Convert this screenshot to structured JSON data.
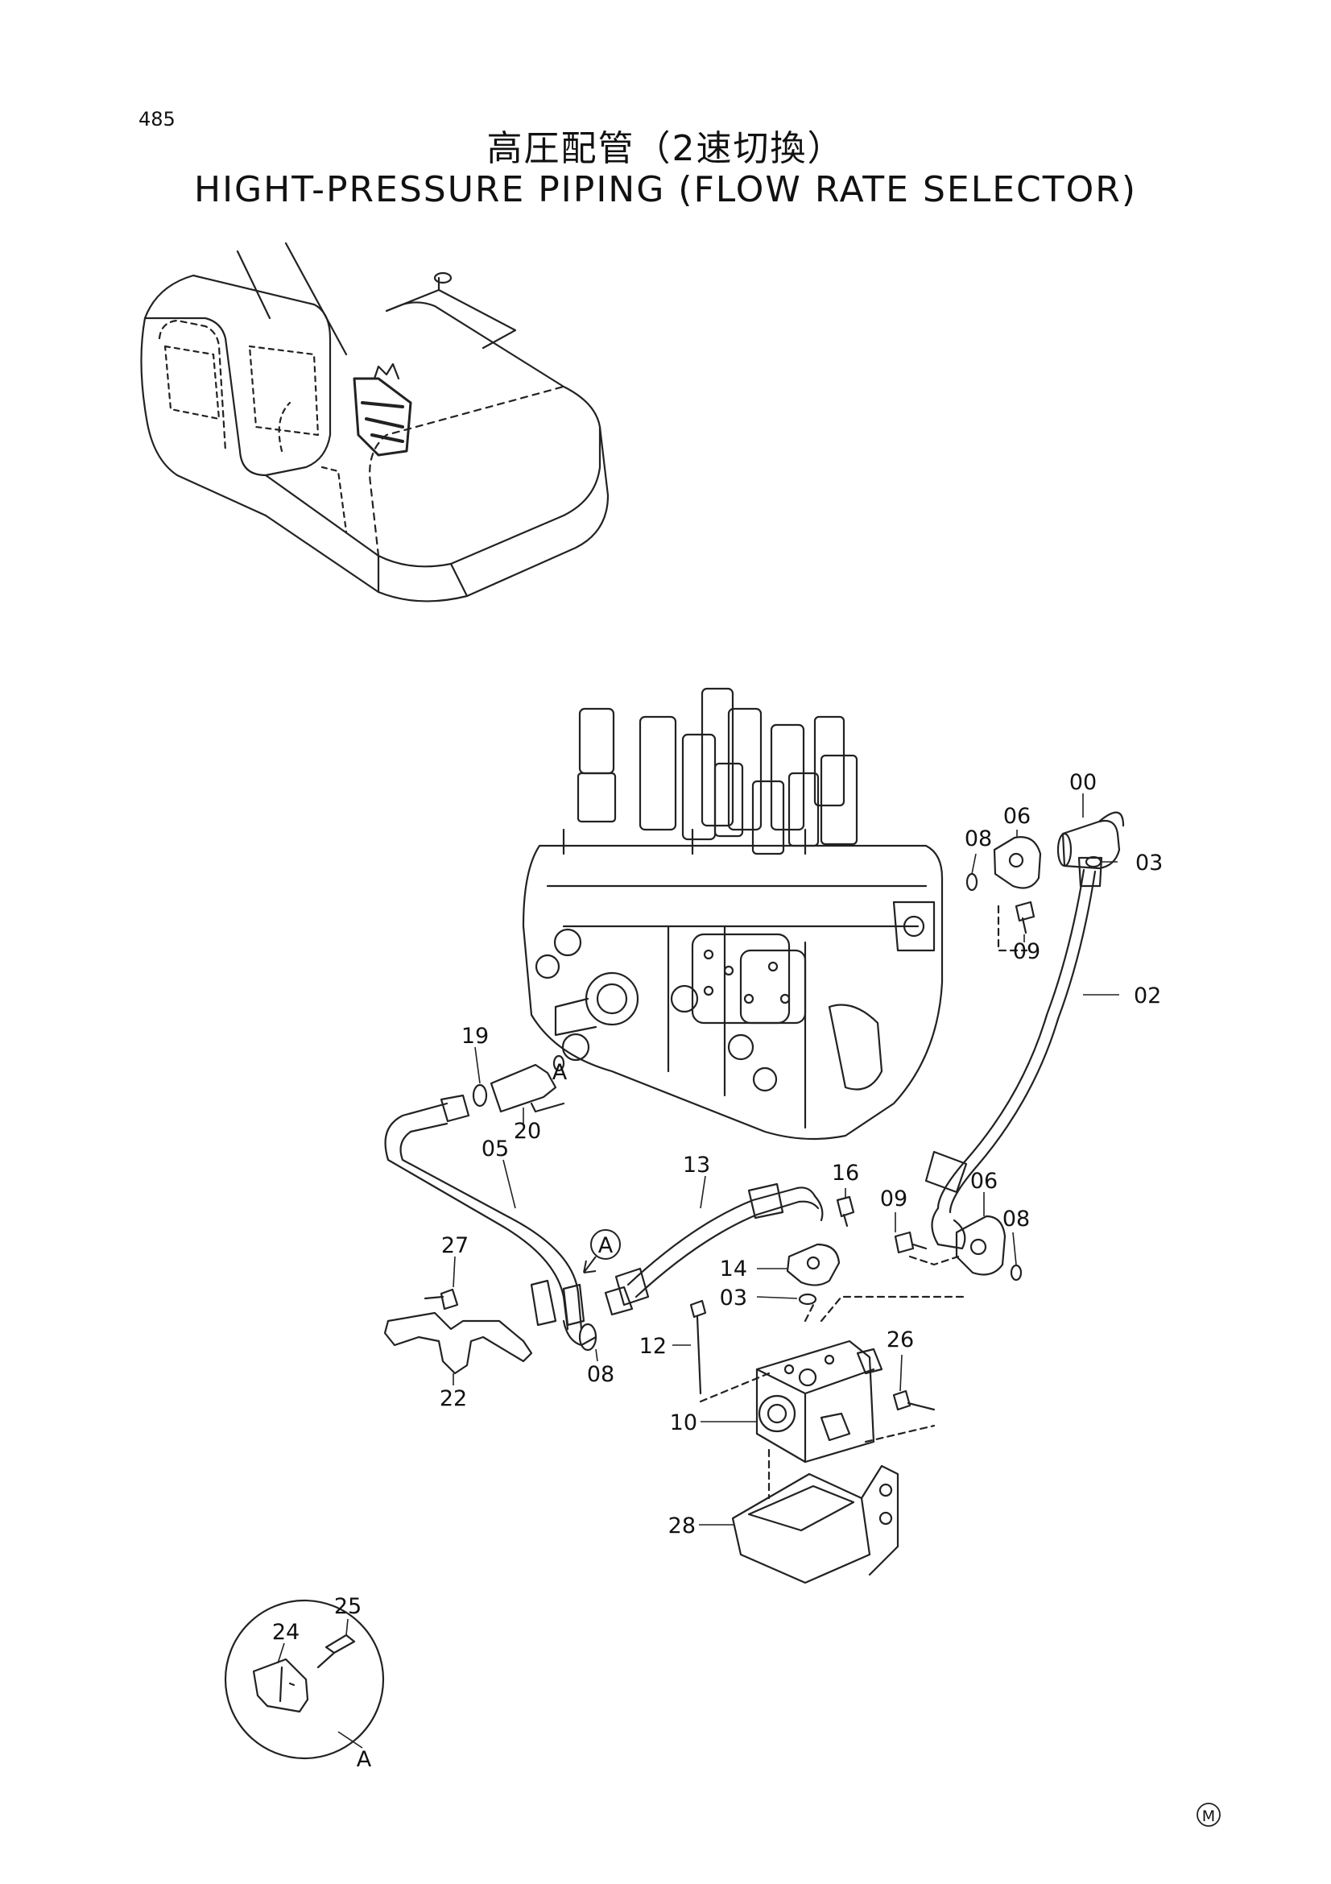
{
  "page_number": "485",
  "title_jp": "高圧配管（2速切換）",
  "title_en": "HIGHT-PRESSURE PIPING (FLOW RATE SELECTOR)",
  "view_marker": "A",
  "detail_marker": "A",
  "footer_mark": "M",
  "callouts": {
    "c00": "00",
    "c06a": "06",
    "c08a": "08",
    "c03a": "03",
    "c09a": "09",
    "c02": "02",
    "c19": "19",
    "c20": "20",
    "cA": "A",
    "c05": "05",
    "c13": "13",
    "c16": "16",
    "c09b": "09",
    "c06b": "06",
    "c08b": "08",
    "c27": "27",
    "c14": "14",
    "c03b": "03",
    "c12": "12",
    "c26": "26",
    "c08c": "08",
    "c22": "22",
    "c10": "10",
    "c28": "28",
    "c24": "24",
    "c25": "25"
  }
}
